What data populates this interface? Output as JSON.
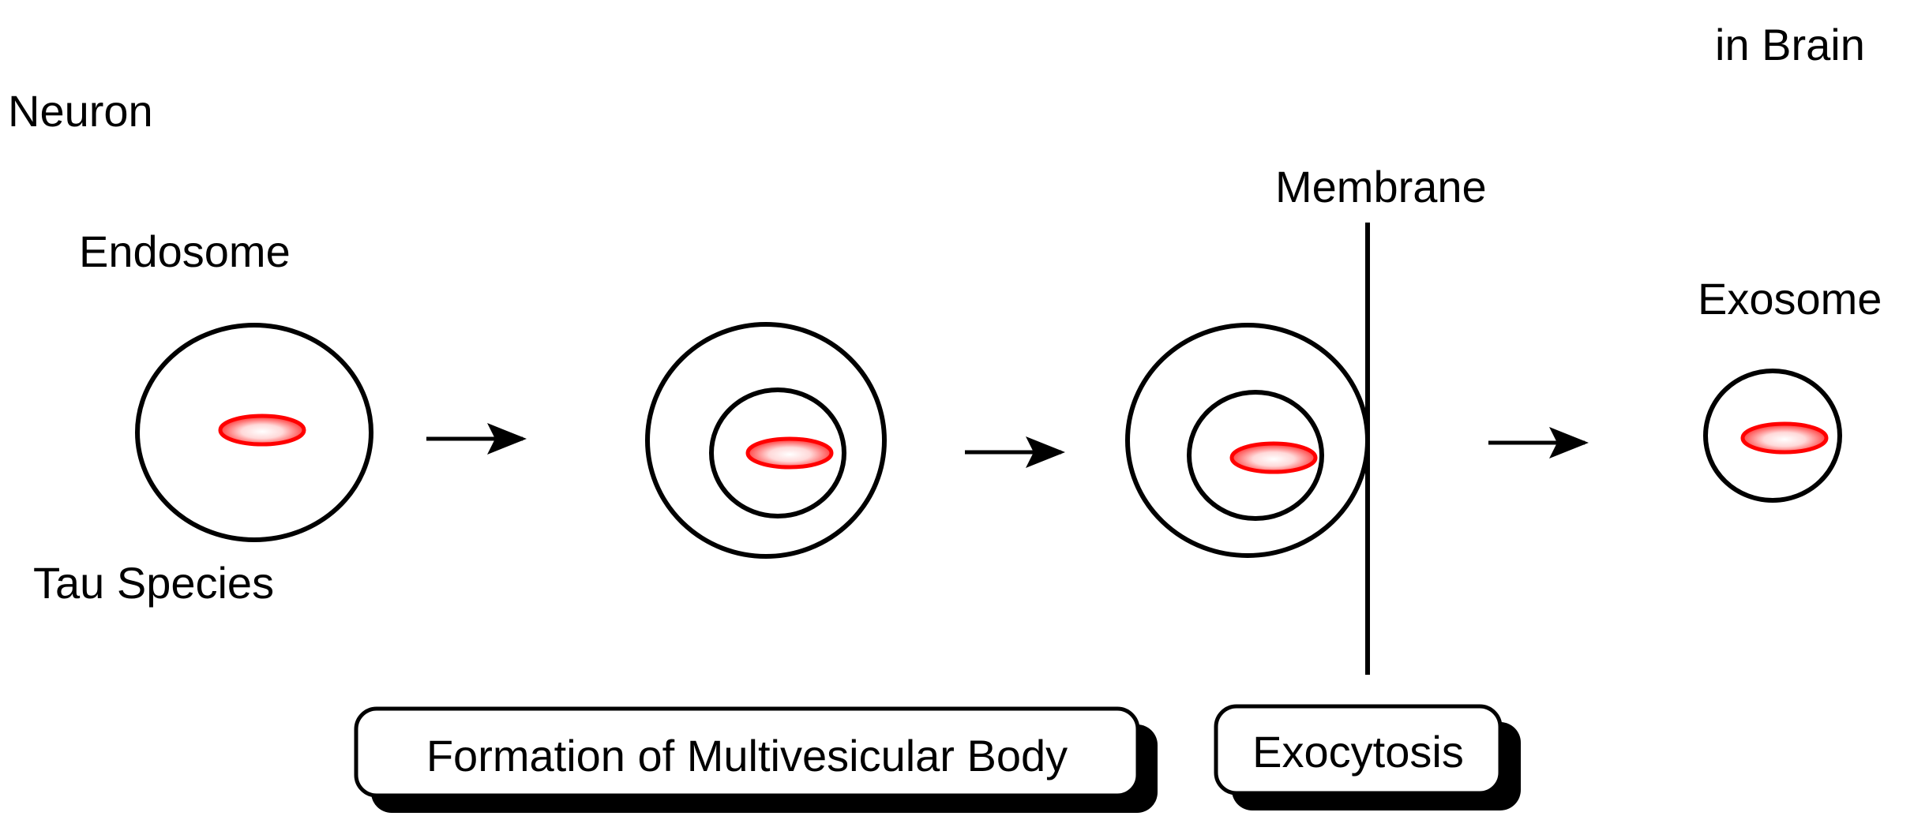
{
  "labels": {
    "neuron": "Neuron",
    "in_brain": "in Brain",
    "endosome": "Endosome",
    "tau_species": "Tau Species",
    "membrane": "Membrane",
    "exosome": "Exosome"
  },
  "boxes": {
    "mvb": "Formation of Multivesicular Body",
    "exocytosis": "Exocytosis"
  },
  "colors": {
    "stroke": "#000000",
    "tau_edge": "#ff0000",
    "tau_center": "#ffffff",
    "tau_mid": "#ff9a9a",
    "shadow": "#000000"
  }
}
